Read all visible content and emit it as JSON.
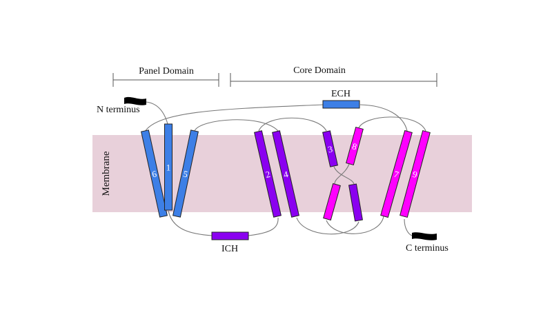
{
  "domains": {
    "panel": "Panel Domain",
    "core": "Core Domain"
  },
  "labels": {
    "membrane": "Membrane",
    "n_terminus": "N terminus",
    "c_terminus": "C terminus",
    "ech": "ECH",
    "ich": "ICH"
  },
  "colors": {
    "membrane": "#e8d0da",
    "blue": "#3d7fe6",
    "purple": "#8a00f0",
    "magenta": "#ff00ff",
    "terminus": "#000000"
  },
  "helices": [
    {
      "id": "6",
      "label": "6",
      "color": "blue"
    },
    {
      "id": "1",
      "label": "1",
      "color": "blue"
    },
    {
      "id": "5",
      "label": "5",
      "color": "blue"
    },
    {
      "id": "2",
      "label": "2",
      "color": "purple"
    },
    {
      "id": "4",
      "label": "4",
      "color": "purple"
    },
    {
      "id": "3",
      "label": "3",
      "color": "purple"
    },
    {
      "id": "3b",
      "label": "",
      "color": "purple"
    },
    {
      "id": "8",
      "label": "8",
      "color": "magenta"
    },
    {
      "id": "8b",
      "label": "",
      "color": "magenta"
    },
    {
      "id": "7",
      "label": "7",
      "color": "magenta"
    },
    {
      "id": "9",
      "label": "9",
      "color": "magenta"
    }
  ]
}
